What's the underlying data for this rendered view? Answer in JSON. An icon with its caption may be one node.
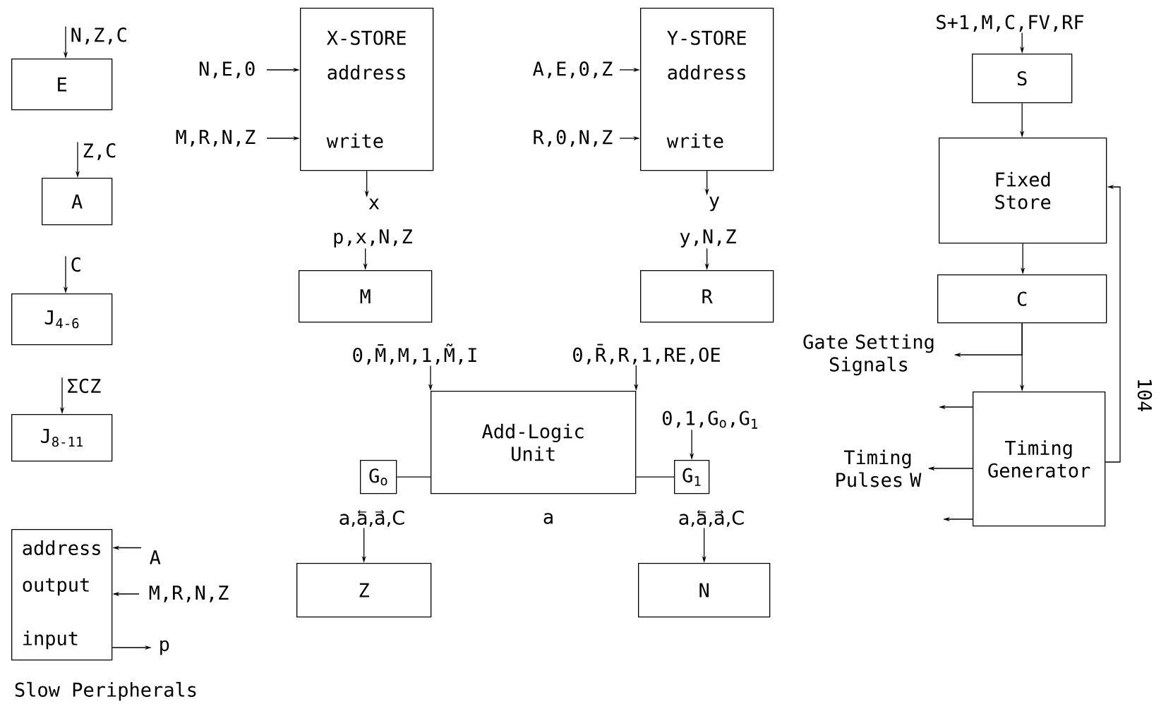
{
  "diagram": {
    "nodes": [
      {
        "text": [
          "E"
        ]
      },
      {
        "text": [
          "N,Z,C"
        ]
      },
      {
        "text": [
          "A"
        ]
      },
      {
        "text": [
          "Z,C"
        ]
      },
      {
        "text": [
          "J$_{4-6}$"
        ]
      },
      {
        "text": [
          "C"
        ]
      },
      {
        "text": [
          "J$_{8-11}$"
        ]
      },
      {
        "text": [
          "ΣCZ"
        ]
      },
      {
        "text": [
          "address",
          "output",
          "input"
        ]
      },
      {
        "text": [
          "A"
        ]
      },
      {
        "text": [
          "M,R,N,Z"
        ]
      },
      {
        "text": [
          "p"
        ]
      },
      {
        "text": [
          "X-STORE",
          "address",
          "write"
        ]
      },
      {
        "text": [
          "N,E,0"
        ]
      },
      {
        "text": [
          "M,R,N,Z"
        ]
      },
      {
        "text": [
          "x"
        ]
      },
      {
        "text": [
          "p,x,N,Z"
        ]
      },
      {
        "text": [
          "M"
        ]
      },
      {
        "text": [
          "Y-STORE",
          "address",
          "write"
        ]
      },
      {
        "text": [
          "A,E,0,Z"
        ]
      },
      {
        "text": [
          "R,0,N,Z"
        ]
      },
      {
        "text": [
          "y"
        ]
      },
      {
        "text": [
          "y,N,Z"
        ]
      },
      {
        "text": [
          "R"
        ]
      },
      {
        "text": [
          "0,M̄,M,1,M̃,I"
        ]
      },
      {
        "text": [
          "Add-Logic Unit"
        ]
      },
      {
        "text": [
          "0,R̄,R,1,RE,OE"
        ]
      },
      {
        "text": [
          "G$_{o}$"
        ]
      },
      {
        "text": [
          "G$_{1}$"
        ]
      },
      {
        "text": [
          "0,1,G$_{o}$,G$_{1}$"
        ]
      },
      {
        "text": [
          "a,a⃖,a⃗,C"
        ]
      },
      {
        "text": [
          "a,a⃖,a⃗,C"
        ]
      },
      {
        "text": [
          "Z"
        ]
      },
      {
        "text": [
          "N"
        ]
      },
      {
        "text": [
          "S+1,M,C,FV,RF"
        ]
      },
      {
        "text": [
          "S"
        ]
      },
      {
        "text": [
          "Fixed Store"
        ]
      },
      {
        "text": [
          "C"
        ]
      },
      {
        "text": [
          "Gate Setting Signals"
        ]
      },
      {
        "text": [
          "Timing Generator"
        ]
      },
      {
        "text": [
          "Timing Pulses W"
        ]
      }
    ],
    "edges": [
      {
        "from": 1,
        "to": 0,
        "arrow": "to"
      },
      {
        "from": 3,
        "to": 2,
        "arrow": "to"
      },
      {
        "from": 5,
        "to": 4,
        "arrow": "to"
      },
      {
        "from": 7,
        "to": 6,
        "arrow": "to"
      },
      {
        "from": 9,
        "to": 8,
        "arrow": "to"
      },
      {
        "from": 10,
        "to": 8,
        "arrow": "to"
      },
      {
        "from": 8,
        "to": 11,
        "arrow": "to"
      },
      {
        "from": 13,
        "to": 12,
        "arrow": "to"
      },
      {
        "from": 14,
        "to": 12,
        "arrow": "to"
      },
      {
        "from": 12,
        "to": 15,
        "arrow": "to"
      },
      {
        "from": 16,
        "to": 17,
        "arrow": "to"
      },
      {
        "from": 19,
        "to": 18,
        "arrow": "to"
      },
      {
        "from": 20,
        "to": 18,
        "arrow": "to"
      },
      {
        "from": 18,
        "to": 21,
        "arrow": "to"
      },
      {
        "from": 22,
        "to": 23,
        "arrow": "to"
      },
      {
        "from": 24,
        "to": 25,
        "arrow": "to"
      },
      {
        "from": 26,
        "to": 25,
        "arrow": "to"
      },
      {
        "from": 25,
        "to": 27,
        "arrow": "none"
      },
      {
        "from": 25,
        "to": 28,
        "arrow": "none"
      },
      {
        "from": 29,
        "to": 28,
        "arrow": "to"
      },
      {
        "from": 30,
        "to": 32,
        "arrow": "to"
      },
      {
        "from": 31,
        "to": 33,
        "arrow": "to"
      },
      {
        "from": 34,
        "to": 35,
        "arrow": "to"
      },
      {
        "from": 35,
        "to": 36,
        "arrow": "to"
      },
      {
        "from": 36,
        "to": 37,
        "arrow": "to"
      },
      {
        "from": 37,
        "to": 38,
        "arrow": "to"
      },
      {
        "from": 37,
        "to": 39,
        "arrow": "to"
      },
      {
        "from": 39,
        "to": null,
        "arrow": "to"
      },
      {
        "from": 39,
        "to": 40,
        "arrow": "to"
      },
      {
        "from": 39,
        "to": null,
        "arrow": "to"
      },
      {
        "from": 39,
        "to": 36,
        "arrow": "to"
      }
    ],
    "labels": [
      "a",
      "Slow Peripherals",
      "104"
    ]
  }
}
